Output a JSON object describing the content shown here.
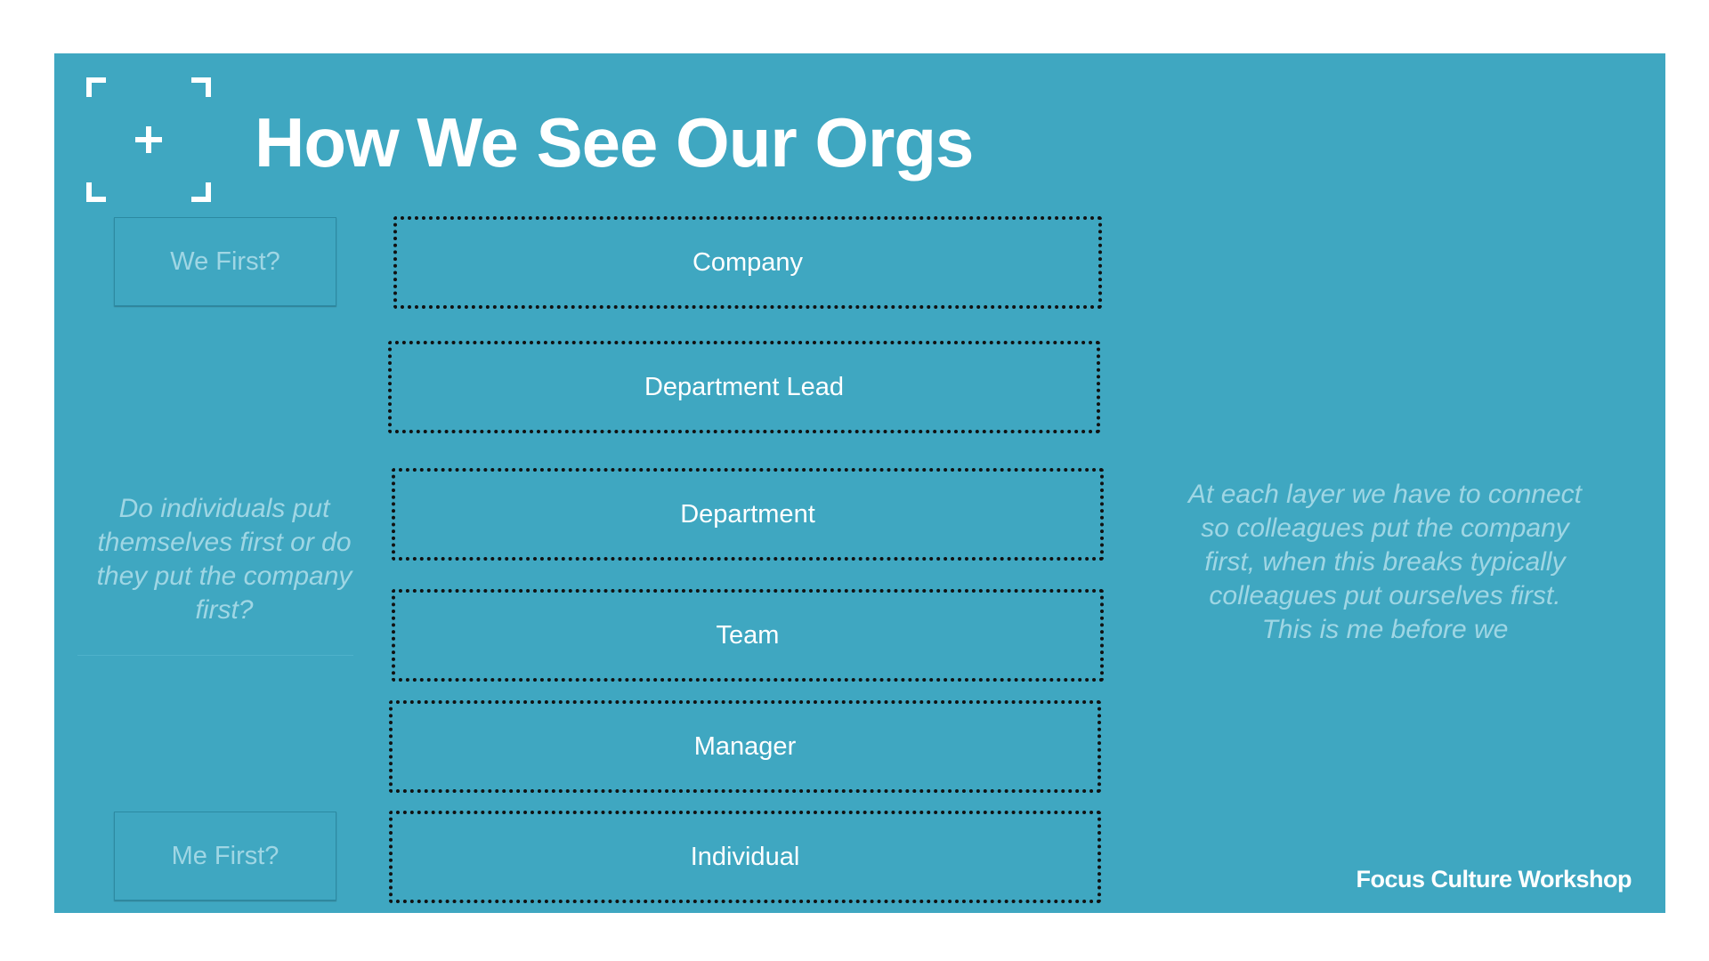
{
  "title": "How We See Our Orgs",
  "logo": {
    "icon": "plus-in-corner-brackets-icon"
  },
  "side_labels": {
    "top": "We First?",
    "bottom": "Me First?"
  },
  "question": "Do individuals put themselves first or do they put the company first?",
  "note": "At each layer we have to connect so colleagues put the company first, when this breaks typically colleagues put ourselves first. This is me before we",
  "layers": [
    "Company",
    "Department Lead",
    "Department",
    "Team",
    "Manager",
    "Individual"
  ],
  "footer": "Focus Culture Workshop",
  "colors": {
    "background": "#3fa7c1",
    "text": "#ffffff",
    "muted_text": "#9fd6e4",
    "dotted_border": "#111111"
  }
}
